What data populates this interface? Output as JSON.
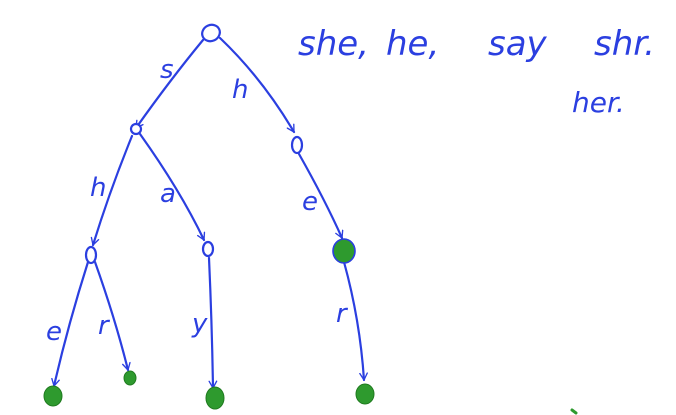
{
  "colors": {
    "ink": "#2b3fe0",
    "accept": "#2e9a2e",
    "background": "#ffffff"
  },
  "words_line1": [
    "she,",
    "he,",
    "say",
    "shr."
  ],
  "words_line2": "her.",
  "edges": {
    "root_s": "s",
    "root_h": "h",
    "s_h": "h",
    "s_a": "a",
    "sh_e": "e",
    "sh_r": "r",
    "sa_y": "y",
    "h_e": "e",
    "he_r": "r"
  },
  "nodes": [
    {
      "id": "root",
      "accepting": false
    },
    {
      "id": "s",
      "accepting": false
    },
    {
      "id": "h",
      "accepting": false
    },
    {
      "id": "sh",
      "accepting": false
    },
    {
      "id": "sa",
      "accepting": false
    },
    {
      "id": "he",
      "accepting": true
    },
    {
      "id": "she",
      "accepting": true
    },
    {
      "id": "shr",
      "accepting": true
    },
    {
      "id": "say",
      "accepting": true
    },
    {
      "id": "her",
      "accepting": true
    }
  ]
}
